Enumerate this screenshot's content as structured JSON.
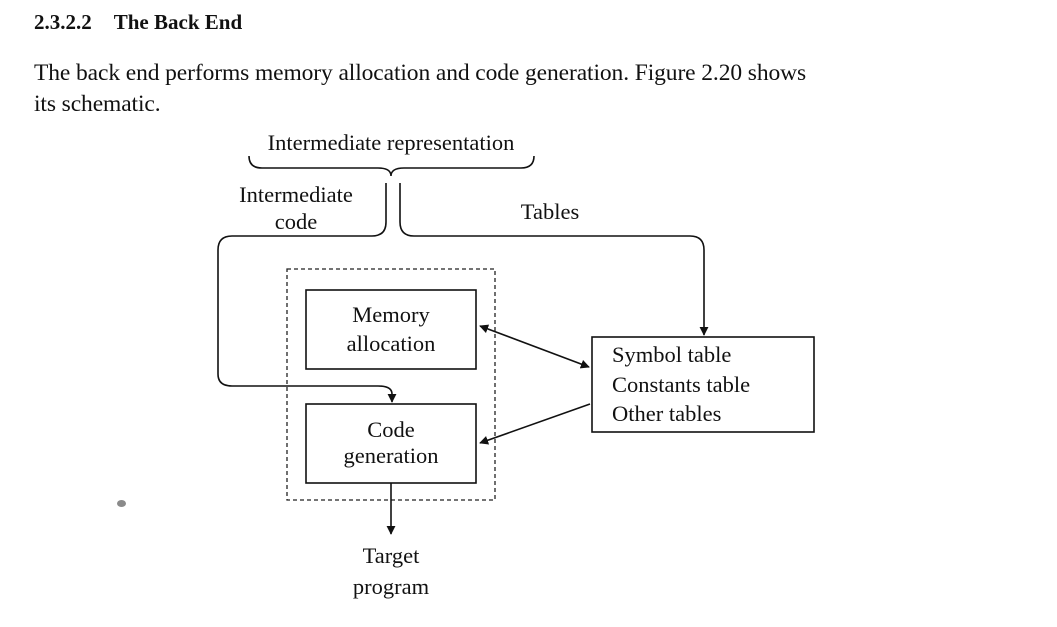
{
  "section": {
    "number": "2.3.2.2",
    "title": "The Back End"
  },
  "paragraph": {
    "line1": "The back end performs memory allocation and code generation. Figure 2.20 shows",
    "line2": "its schematic."
  },
  "figure": {
    "top_label": "Intermediate representation",
    "intermediate_code_label": [
      "Intermediate",
      "code"
    ],
    "tables_label": "Tables",
    "memory_allocation_box": [
      "Memory",
      "allocation"
    ],
    "code_generation_box": [
      "Code",
      "generation"
    ],
    "tables_box": [
      "Symbol table",
      "Constants table",
      "Other tables"
    ],
    "output_label": [
      "Target",
      "program"
    ]
  }
}
